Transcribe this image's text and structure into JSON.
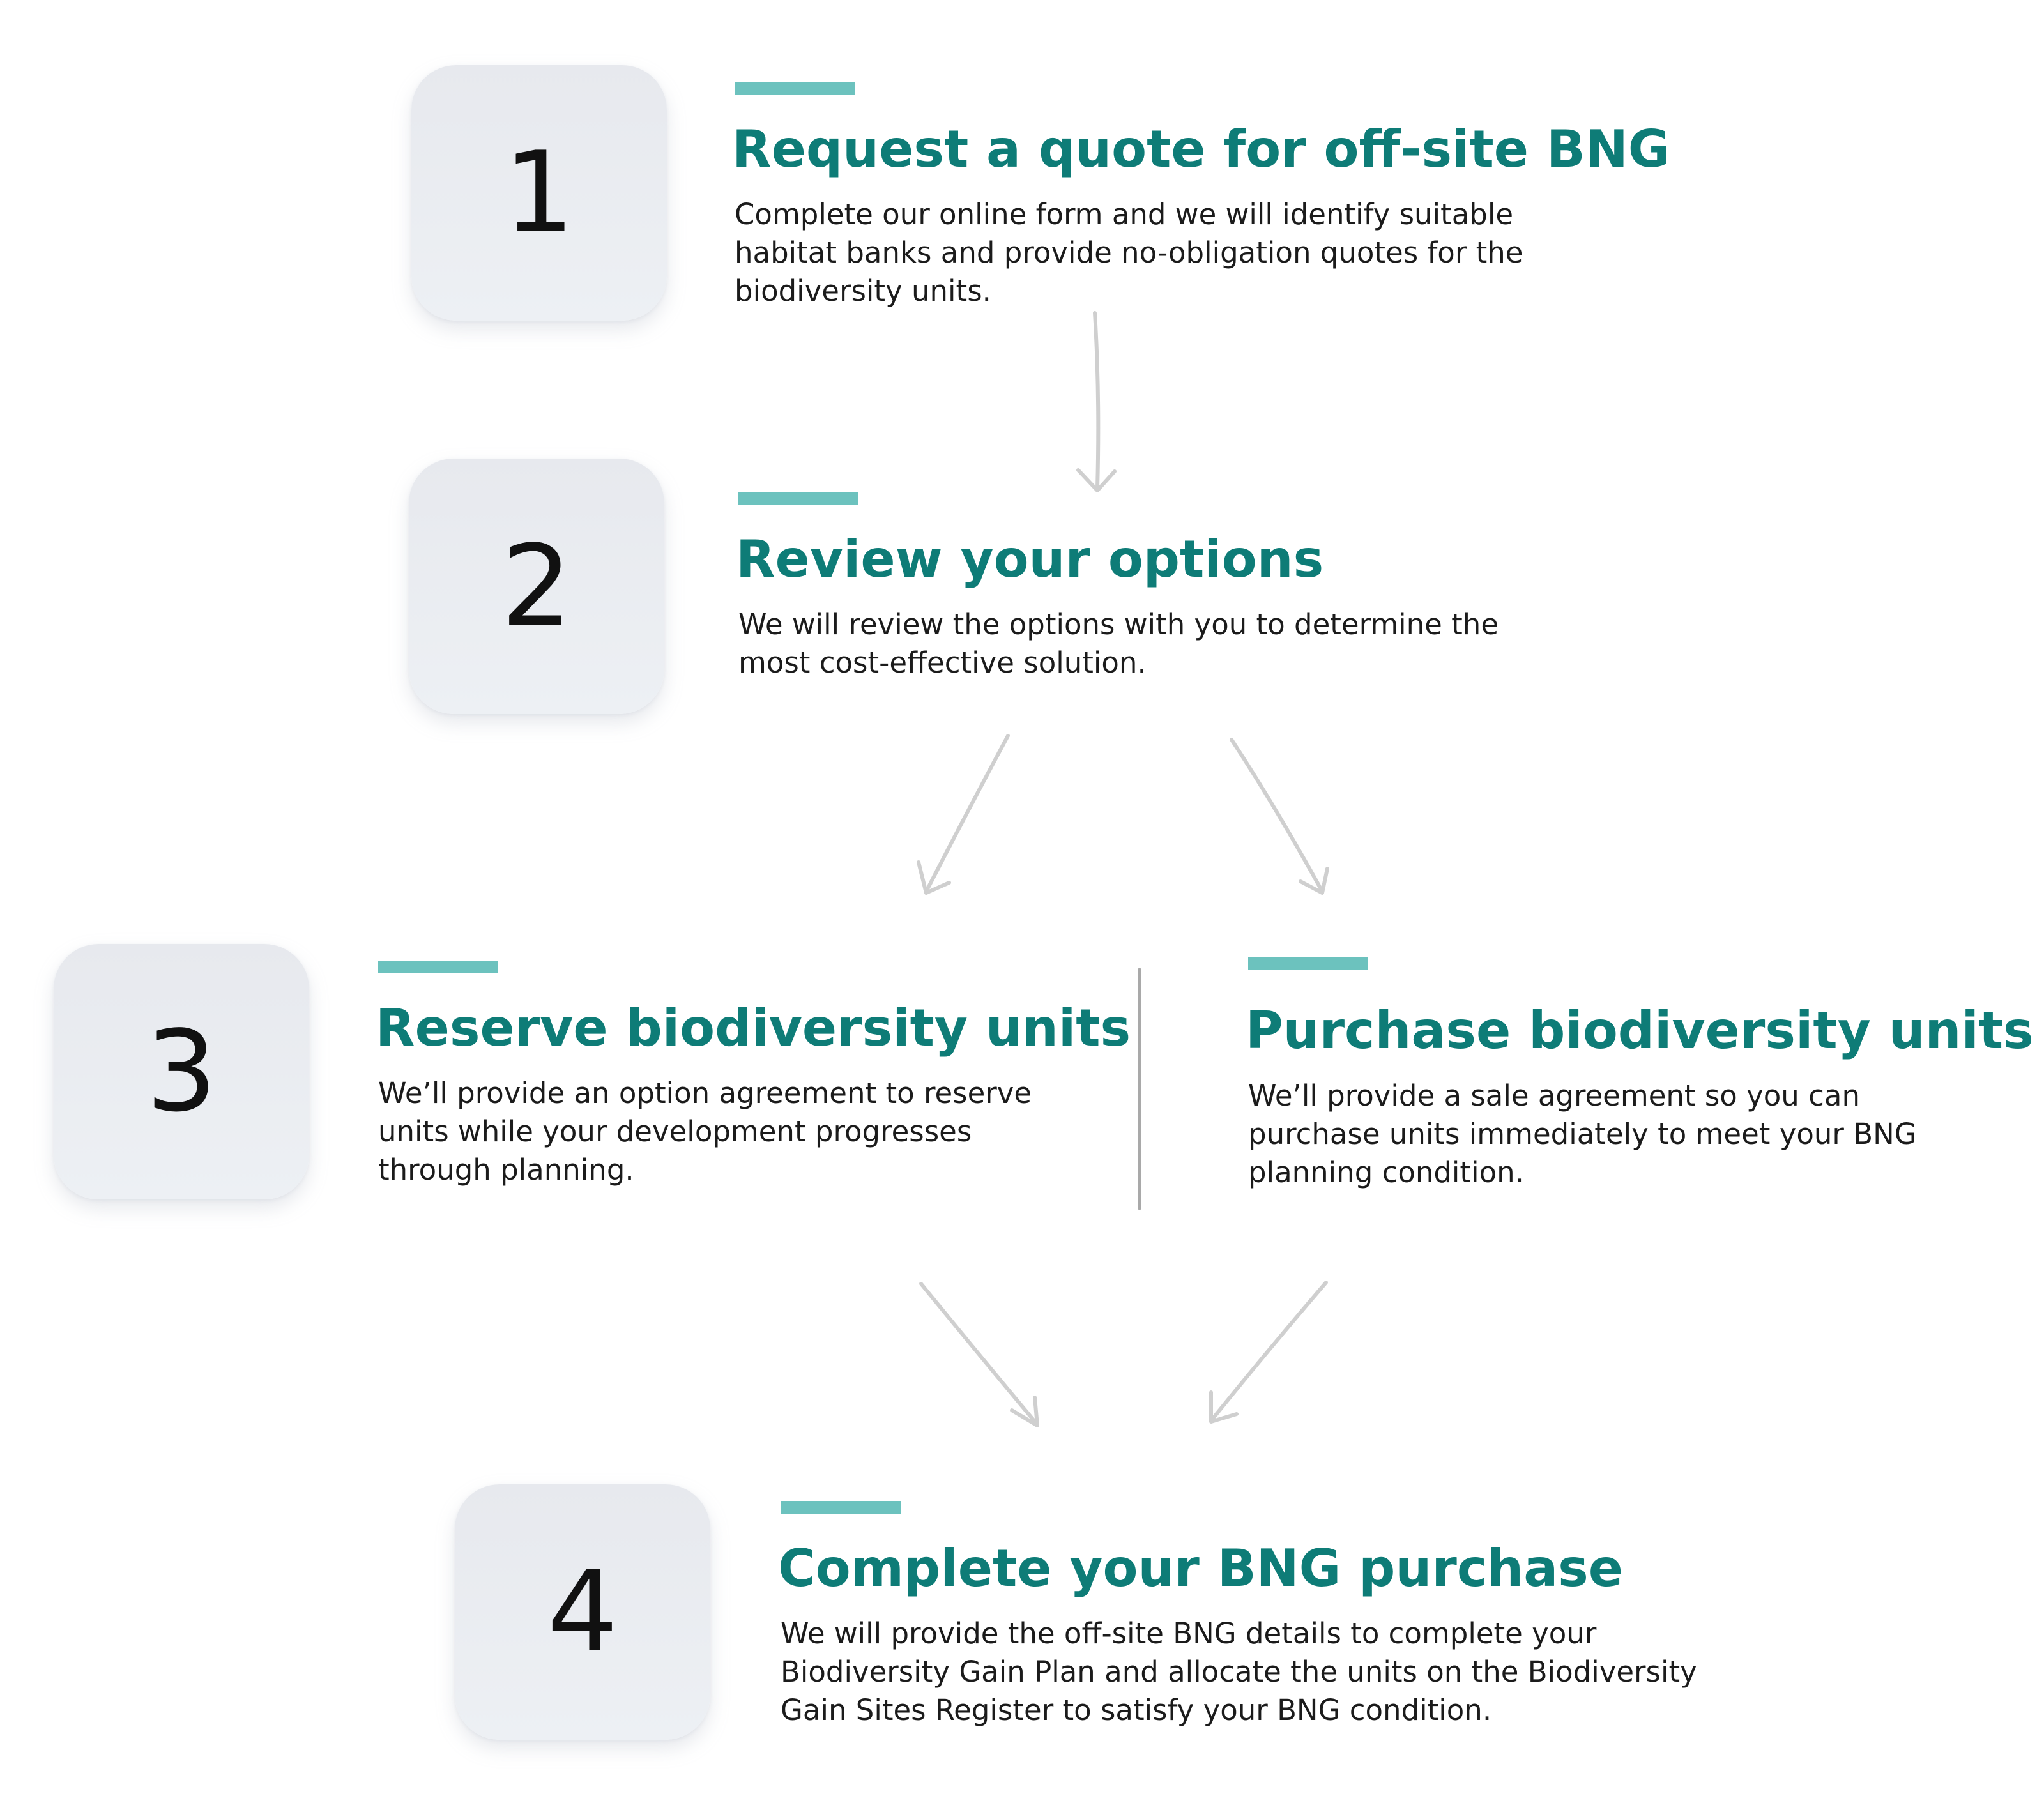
{
  "colors": {
    "accent": "#6cc2be",
    "title": "#0e7c77",
    "text": "#1b1b1b",
    "card": "#edf0f4",
    "connector": "#cfcfcf",
    "divider": "#a9a9a9"
  },
  "steps": [
    {
      "number": "1",
      "title": "Request a quote for off-site BNG",
      "description": "Complete our online form and we will identify suitable habitat banks and provide no-obligation quotes for the biodiversity units."
    },
    {
      "number": "2",
      "title": "Review your options",
      "description": "We will review the options with you to determine the most cost-effective solution."
    },
    {
      "number": "3",
      "options": [
        {
          "title": "Reserve biodiversity units",
          "description": "We’ll provide an option agreement to reserve units while your development progresses through planning."
        },
        {
          "title": "Purchase biodiversity units",
          "description": "We’ll provide a sale agreement so you can purchase units immediately to meet your BNG planning condition."
        }
      ]
    },
    {
      "number": "4",
      "title": "Complete your BNG purchase",
      "description": "We will provide the off-site BNG details to complete your Biodiversity Gain Plan and allocate the units on the Biodiversity Gain Sites Register to satisfy your BNG condition."
    }
  ]
}
